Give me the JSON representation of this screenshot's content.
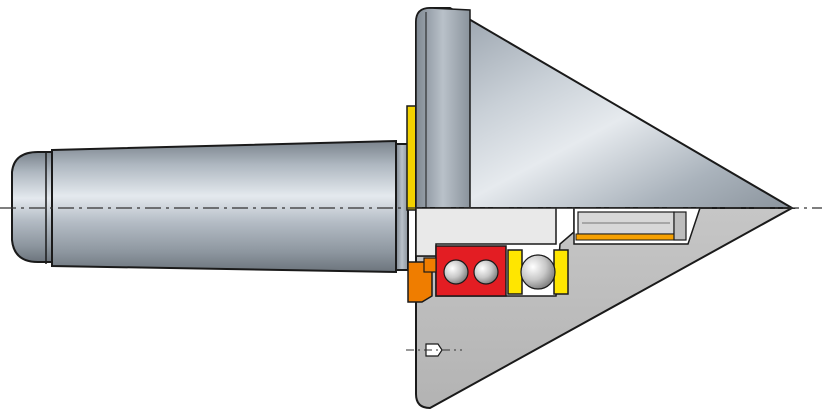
{
  "diagram": {
    "subject": "live-center-cutaway",
    "colors": {
      "background": "#ffffff",
      "outline": "#1a1a1a",
      "steel_light": "#dfe4ea",
      "steel_mid": "#a9b2bc",
      "steel_dark": "#6f7882",
      "section_gray": "#bdbdbd",
      "section_dark": "#9a9a9a",
      "bearing_red": "#e31d23",
      "bearing_yellow": "#ffe600",
      "seal_orange": "#ef7d00",
      "washer_yellow": "#f2d200",
      "ball_light": "#f2f2f2",
      "ball_dark": "#8c8c8c",
      "centerline": "#333333"
    },
    "parts": [
      "morse-taper-shank",
      "rotating-cone",
      "double-row-ball-bearing",
      "thrust-ball-bearing",
      "needle-bearing",
      "sealing-ring",
      "thrust-washer",
      "grub-screw"
    ]
  }
}
